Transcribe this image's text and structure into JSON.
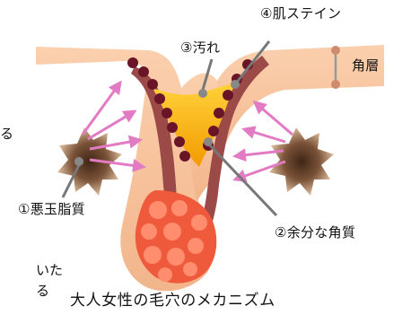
{
  "labels": {
    "stain": "④肌ステイン",
    "dirt": "③汚れ",
    "stratum": "角層",
    "sebum": "①悪玉脂質",
    "keratin": "②余分な角質"
  },
  "caption": "大人女性の毛穴のメカニズム",
  "fragments": {
    "left_mid": "る",
    "left_bottom_1": "いた",
    "left_bottom_2": "る"
  },
  "colors": {
    "skin": "#f7c09a",
    "skin_dark": "#e2a078",
    "pore_wall": "#9c4a48",
    "dirt": "#f5a800",
    "stain": "#6a1428",
    "arrow": "#e37bc4",
    "pointer": "#777777",
    "sebum_core": "#5a3a24",
    "sebum_glow": "#c9a27e",
    "follicle_fill": "#ef5a3c",
    "follicle_dot": "#ff8d6e"
  }
}
